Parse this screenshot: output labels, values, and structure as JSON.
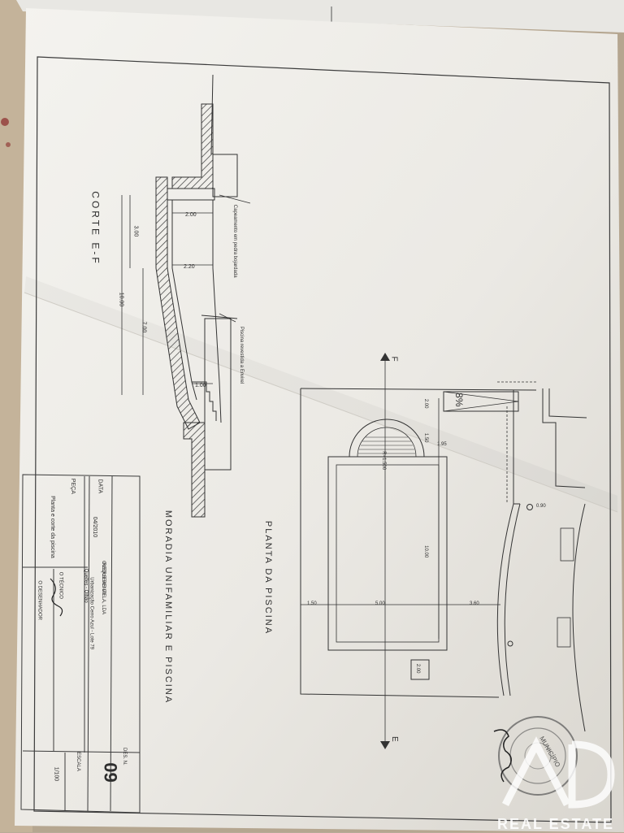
{
  "sheet": {
    "project_title": "MORADIA UNIFAMILIAR E PISCINA",
    "drawing_number_label": "DES. N.",
    "drawing_number": "09",
    "scale_label": "ESCALA",
    "scale": "1/100",
    "date_label": "DATA",
    "date": "04/2010",
    "piece_label": "PEÇA",
    "piece": "Planta e corte da piscina",
    "requester_label": "REQUERENTE",
    "requester_name": "OVERSEAS VILLA, LDA",
    "requester_address_1": "Urbanização Cerro Azul - Lote 79",
    "requester_address_2": "Quelfes - Olhão",
    "technician_label": "O TÉCNICO",
    "draftsman_label": "O DESENHADOR"
  },
  "section_view": {
    "title": "CORTE E-F",
    "note_coping": "Capeamento em pedra bojardada",
    "note_lining": "Piscina revestida a Envirel",
    "dims": [
      "3.00",
      "7.00",
      "10.00",
      "2.00",
      "2.20",
      "1.00"
    ]
  },
  "plan_view": {
    "title": "PLANTA DA PISCINA",
    "cut_start": "F",
    "cut_end": "E",
    "slope": "8%",
    "radius": "R=1.500",
    "dims": [
      "2.00",
      "1.50",
      "0.90",
      "10.00",
      "1.50",
      "5.00",
      "3.60",
      "2.00",
      "1.95"
    ]
  },
  "stamp": {
    "text": "MUNICÍPIO"
  },
  "watermark": {
    "brand": "AD",
    "tagline": "REAL ESTATE"
  }
}
